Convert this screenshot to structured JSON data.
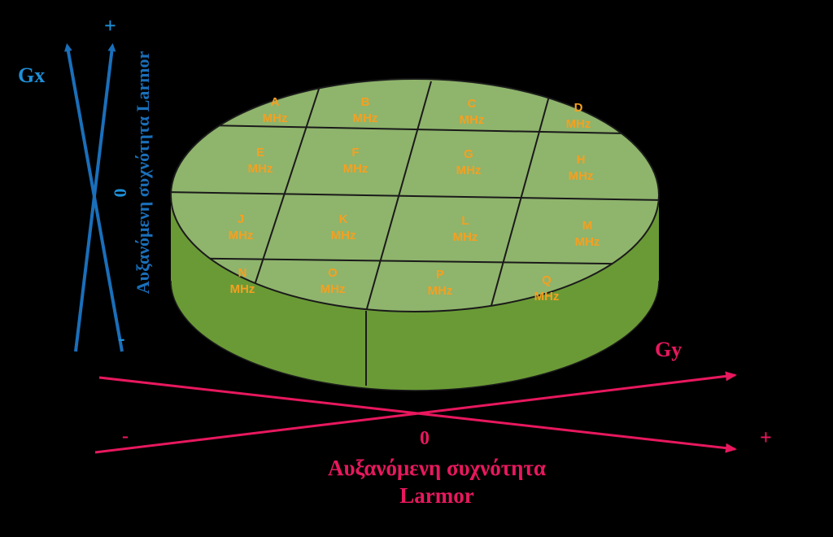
{
  "colors": {
    "background": "#000000",
    "gx_axis": "#1a6fba",
    "gx_label": "#1e90d8",
    "gy_axis": "#e8185e",
    "disk_top": "#8fb46c",
    "disk_side": "#6a9a36",
    "cell_text": "#f5a020"
  },
  "gx": {
    "label": "Gx",
    "plus": "+",
    "minus": "-",
    "zero": "0",
    "caption": "Αυξανόμενη συχνότητα Larmor"
  },
  "gy": {
    "label": "Gy",
    "plus": "+",
    "minus": "-",
    "zero": "0",
    "caption_line1": "Αυξανόμενη συχνότητα",
    "caption_line2": "Larmor"
  },
  "cells": [
    {
      "letter": "A",
      "unit": "MHz"
    },
    {
      "letter": "B",
      "unit": "MHz"
    },
    {
      "letter": "C",
      "unit": "MHz"
    },
    {
      "letter": "D",
      "unit": "MHz"
    },
    {
      "letter": "E",
      "unit": "MHz"
    },
    {
      "letter": "F",
      "unit": "MHz"
    },
    {
      "letter": "G",
      "unit": "MHz"
    },
    {
      "letter": "H",
      "unit": "MHz"
    },
    {
      "letter": "J",
      "unit": "MHz"
    },
    {
      "letter": "K",
      "unit": "MHz"
    },
    {
      "letter": "L",
      "unit": "MHz"
    },
    {
      "letter": "M",
      "unit": "MHz"
    },
    {
      "letter": "N",
      "unit": "MHz"
    },
    {
      "letter": "O",
      "unit": "MHz"
    },
    {
      "letter": "P",
      "unit": "MHz"
    },
    {
      "letter": "Q",
      "unit": "MHz"
    }
  ]
}
